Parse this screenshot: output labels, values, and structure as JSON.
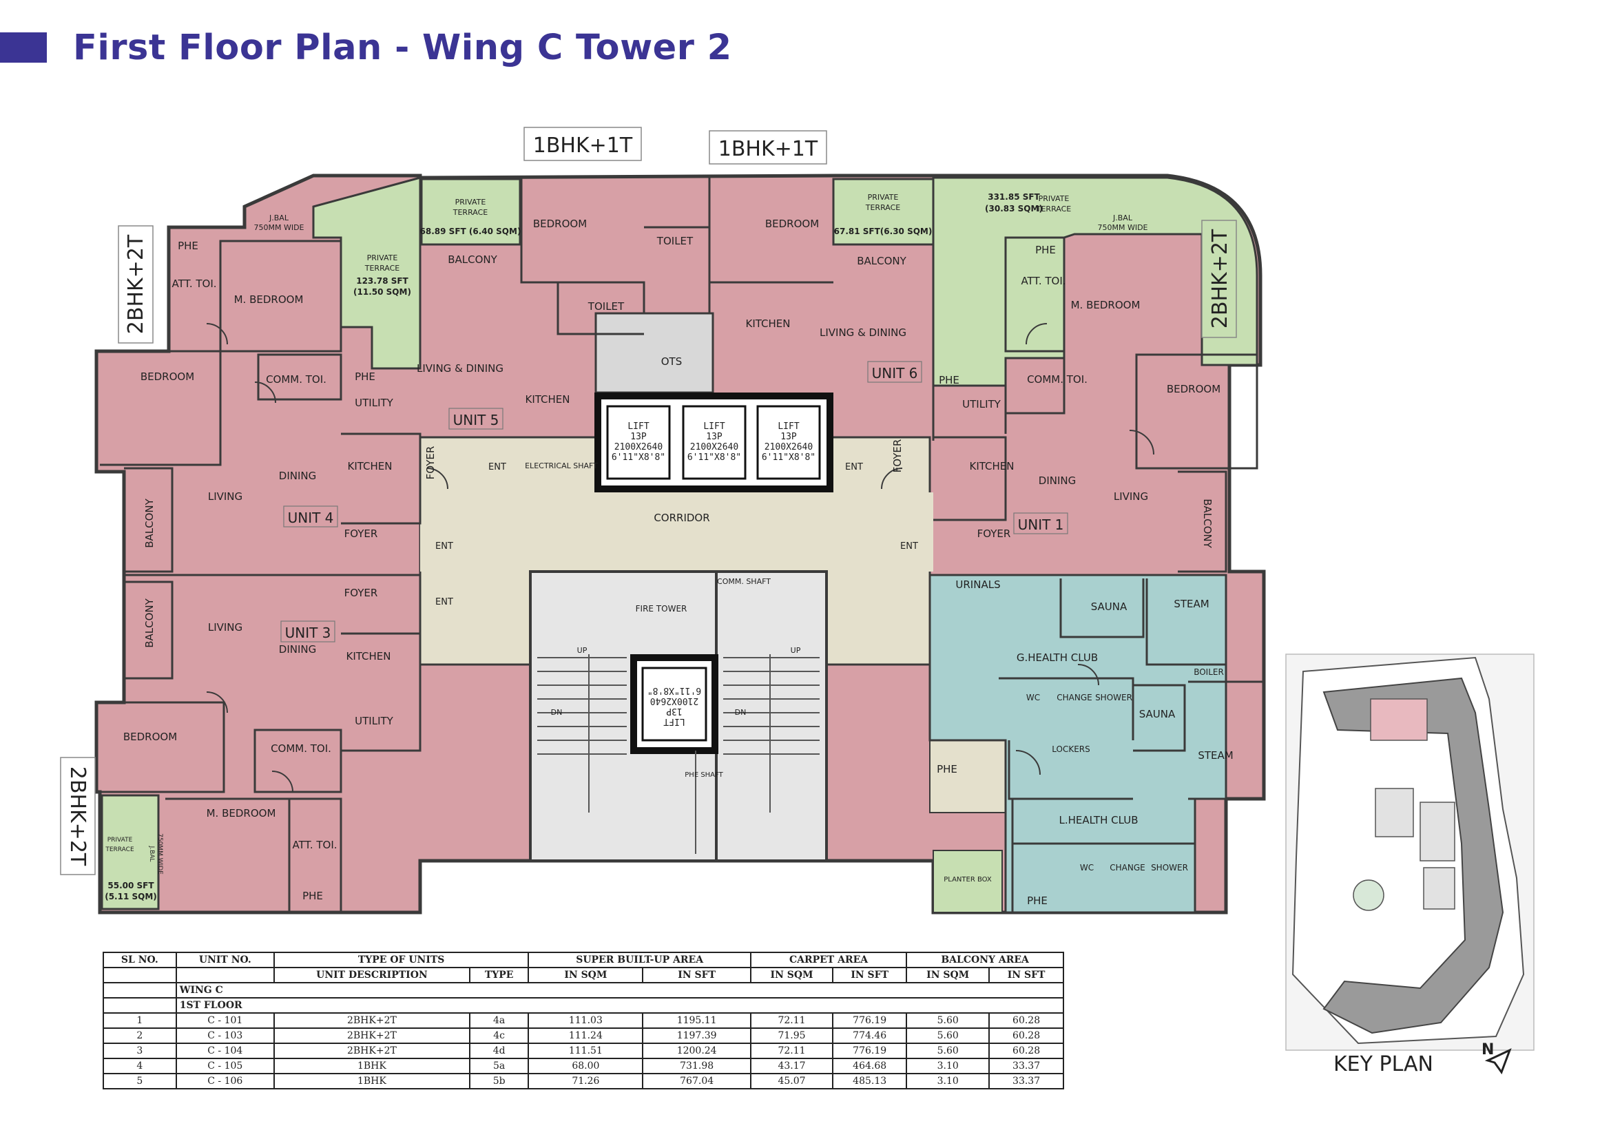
{
  "page_title": "First Floor Plan - Wing C Tower 2",
  "type_tags": [
    "1BHK+1T",
    "1BHK+1T",
    "2BHK+2T",
    "2BHK+2T",
    "2BHK+2T"
  ],
  "units": [
    "UNIT 1",
    "UNIT 3",
    "UNIT 4",
    "UNIT 5",
    "UNIT 6"
  ],
  "room_labels": {
    "bedroom": "BEDROOM",
    "m_bedroom": "M. BEDROOM",
    "living": "LIVING",
    "dining": "DINING",
    "living_dining": "LIVING & DINING",
    "kitchen": "KITCHEN",
    "foyer": "FOYER",
    "balcony": "BALCONY",
    "utility": "UTILITY",
    "comm_toi": "COMM. TOI.",
    "att_toi": "ATT. TOI.",
    "toilet": "TOILET",
    "phe": "PHE",
    "ent": "ENT",
    "corridor": "CORRIDOR",
    "ots": "OTS",
    "electrical_shaft": "ELECTRICAL SHAFT",
    "fire_tower": "FIRE TOWER",
    "comm_shaft": "COMM. SHAFT",
    "phe_shaft": "PHE SHAFT",
    "up": "UP",
    "dn": "DN",
    "lift": "LIFT",
    "lift_cap": "13P",
    "lift_size": "2100X2640",
    "lift_size_ft": "6'11\"X8'8\"",
    "private": "PRIVATE",
    "terrace": "TERRACE",
    "jbal": "J.BAL",
    "jbal_wide": "750MM WIDE",
    "urinals": "URINALS",
    "sauna": "SAUNA",
    "steam": "STEAM",
    "boiler": "BOILER",
    "g_health_club": "G.HEALTH CLUB",
    "l_health_club": "L.HEALTH CLUB",
    "wc": "WC",
    "change": "CHANGE",
    "shower": "SHOWER",
    "lockers": "LOCKERS",
    "planter_box": "PLANTER BOX"
  },
  "terrace_areas": {
    "t1_sft": "68.89 SFT (6.40 SQM)",
    "t2_sft": "67.81 SFT(6.30 SQM)",
    "t3_sft": "331.85 SFT",
    "t3_sqm": "(30.83 SQM)",
    "t4_sft": "123.78 SFT",
    "t4_sqm": "(11.50 SQM)",
    "t5_sft": "55.00 SFT",
    "t5_sqm": "(5.11 SQM)"
  },
  "table": {
    "h_slno": "SL NO.",
    "h_unitno": "UNIT NO.",
    "h_type_units": "TYPE OF UNITS",
    "h_super": "SUPER BUILT-UP AREA",
    "h_carpet": "CARPET AREA",
    "h_balcony": "BALCONY AREA",
    "h_unit_desc": "UNIT DESCRIPTION",
    "h_type": "TYPE",
    "h_in_sqm": "IN SQM",
    "h_in_sft": "IN SFT",
    "wing": "WING C",
    "floor": "1ST FLOOR",
    "rows": [
      [
        "1",
        "C - 101",
        "2BHK+2T",
        "4a",
        "111.03",
        "1195.11",
        "72.11",
        "776.19",
        "5.60",
        "60.28"
      ],
      [
        "2",
        "C - 103",
        "2BHK+2T",
        "4c",
        "111.24",
        "1197.39",
        "71.95",
        "774.46",
        "5.60",
        "60.28"
      ],
      [
        "3",
        "C - 104",
        "2BHK+2T",
        "4d",
        "111.51",
        "1200.24",
        "72.11",
        "776.19",
        "5.60",
        "60.28"
      ],
      [
        "4",
        "C - 105",
        "1BHK",
        "5a",
        "68.00",
        "731.98",
        "43.17",
        "464.68",
        "3.10",
        "33.37"
      ],
      [
        "5",
        "C - 106",
        "1BHK",
        "5b",
        "71.26",
        "767.04",
        "45.07",
        "485.13",
        "3.10",
        "33.37"
      ]
    ]
  },
  "key_plan": {
    "label": "KEY PLAN",
    "north": "N"
  },
  "colors": {
    "title": "#3b3494",
    "unit_fill": "#d7a0a6",
    "terrace_fill": "#c7dfb2",
    "corridor_fill": "#e4e0cc",
    "club_fill": "#a9d0cf",
    "core_fill": "#e6e6e6",
    "wall": "#3a3a3a"
  }
}
